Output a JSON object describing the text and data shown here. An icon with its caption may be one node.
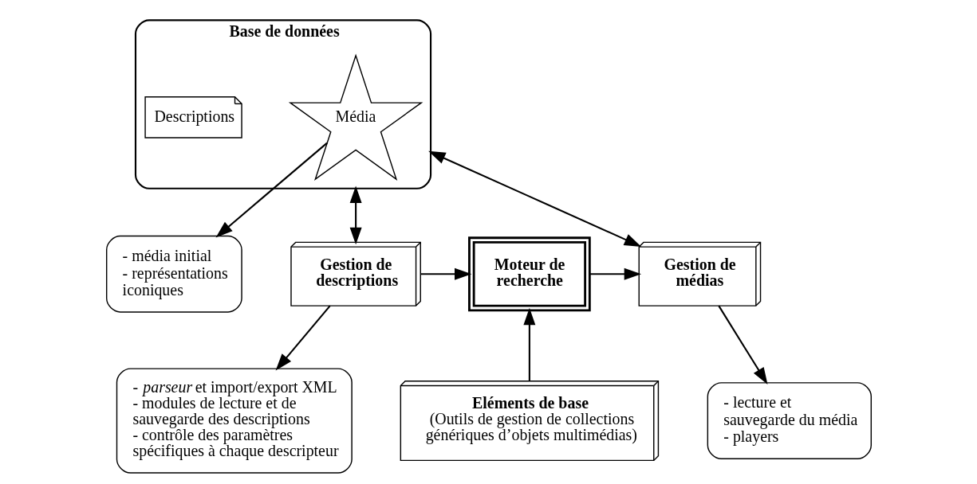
{
  "diagram": {
    "nodes": [
      {
        "text": [
          "Base de données"
        ]
      },
      {
        "text": [
          "Média"
        ],
        "in": 0
      },
      {
        "text": [
          "Descriptions"
        ],
        "in": 0
      },
      {
        "text": [
          "- média initial",
          "- représentations iconiques"
        ]
      },
      {
        "text": [
          "- *parseur* et import/export XML",
          "- modules de lecture et de sauvegarde des descriptions",
          "- contrôle des paramètres spécifiques à chaque descripteur"
        ]
      },
      {
        "text": [
          "Gestion de médias"
        ]
      },
      {
        "text": [
          "Moteur de recherche"
        ]
      },
      {
        "text": [
          "Gestion de descriptions"
        ]
      },
      {
        "text": [
          "- lecture et sauvegarde du média",
          "- players"
        ]
      },
      {
        "text": [
          "Eléments de base",
          "(Outils de gestion de collections génériques d’objets multimédias)"
        ]
      }
    ],
    "edges": [
      {
        "from": 1,
        "to": 3,
        "arrow": "to"
      },
      {
        "from": 7,
        "to": 4,
        "arrow": "to"
      },
      {
        "from": 5,
        "to": 8,
        "arrow": "to"
      },
      {
        "from": 0,
        "to": 5,
        "arrow": "both"
      },
      {
        "from": 0,
        "to": 7,
        "arrow": "both"
      },
      {
        "from": 6,
        "to": 5,
        "arrow": "to"
      },
      {
        "from": 7,
        "to": 6,
        "arrow": "to"
      },
      {
        "from": 9,
        "to": 6,
        "arrow": "to"
      }
    ]
  }
}
